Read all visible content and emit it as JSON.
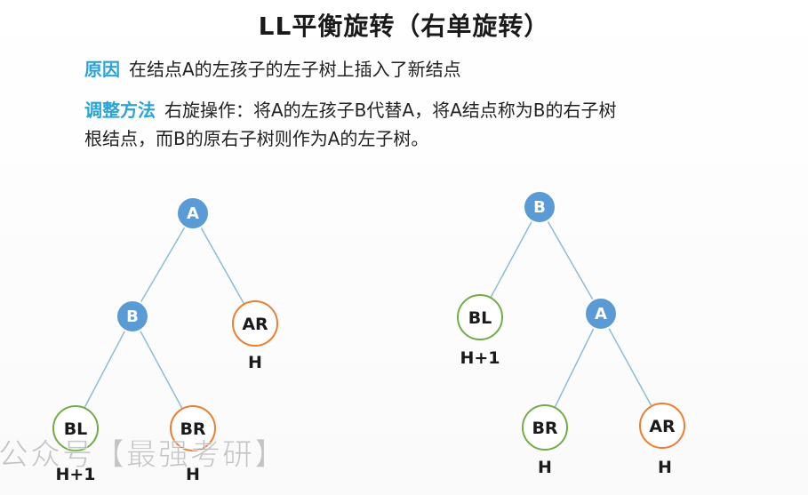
{
  "title": "LL平衡旋转（右单旋转）",
  "reason": {
    "label": "原因",
    "text": "在结点A的左孩子的左子树上插入了新结点"
  },
  "method": {
    "label": "调整方法",
    "text_line1": "右旋操作：将A的左孩子B代替A，将A结点称为B的右子树",
    "text_line2": "根结点，而B的原右子树则作为A的左子树。"
  },
  "left_tree": {
    "root": "A",
    "left": "B",
    "right": "AR",
    "right_height": "H",
    "left_left": "BL",
    "left_left_height": "H+1",
    "left_right": "BR",
    "left_right_height": "H"
  },
  "right_tree": {
    "root": "B",
    "left": "BL",
    "left_height": "H+1",
    "right": "A",
    "right_left": "BR",
    "right_left_height": "H",
    "right_right": "AR",
    "right_right_height": "H"
  },
  "watermark": "公众号【最强考研】",
  "colors": {
    "accent_label": "#2aa3d6",
    "internal_node": "#5b9bd5",
    "subtree_green": "#70ad47",
    "subtree_orange": "#ed7d31",
    "edge": "#8cbcd6"
  }
}
